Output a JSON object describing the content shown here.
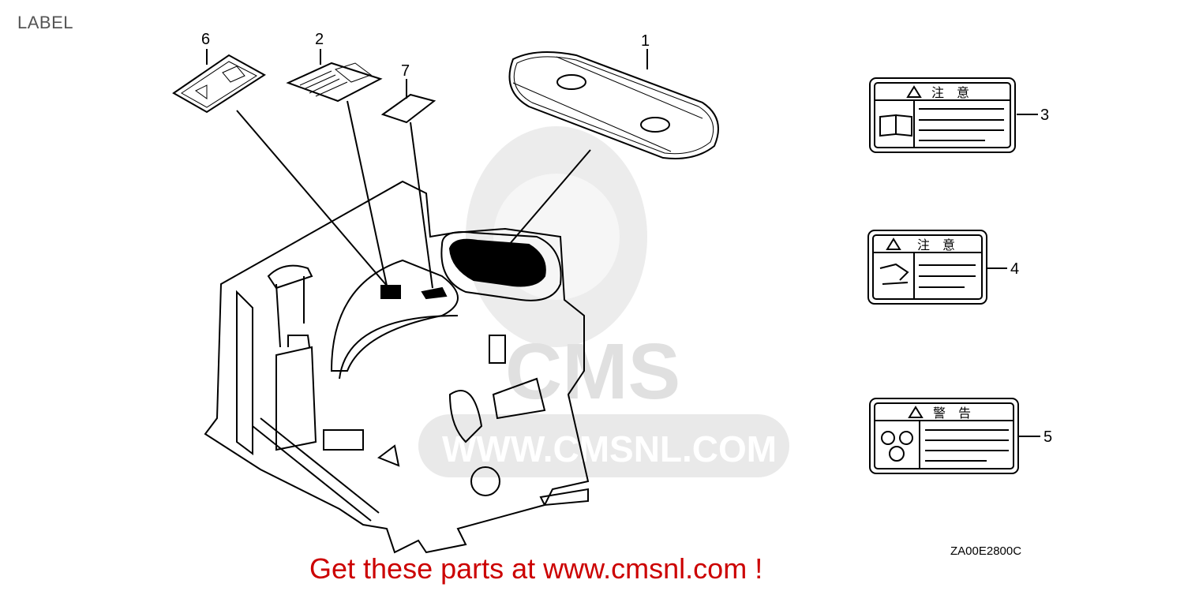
{
  "title": "LABEL",
  "diagram_code": "ZA00E2800C",
  "footer": "Get these parts at www.cmsnl.com !",
  "watermark": {
    "logo": "CMS",
    "url": "WWW.CMSNL.COM"
  },
  "callouts": [
    "1",
    "2",
    "3",
    "4",
    "5",
    "6",
    "7"
  ],
  "labels": {
    "caution_text": "注　意",
    "warning_text": "警　告"
  },
  "colors": {
    "footer": "#cc0000",
    "watermark": "#e0e0e0"
  }
}
